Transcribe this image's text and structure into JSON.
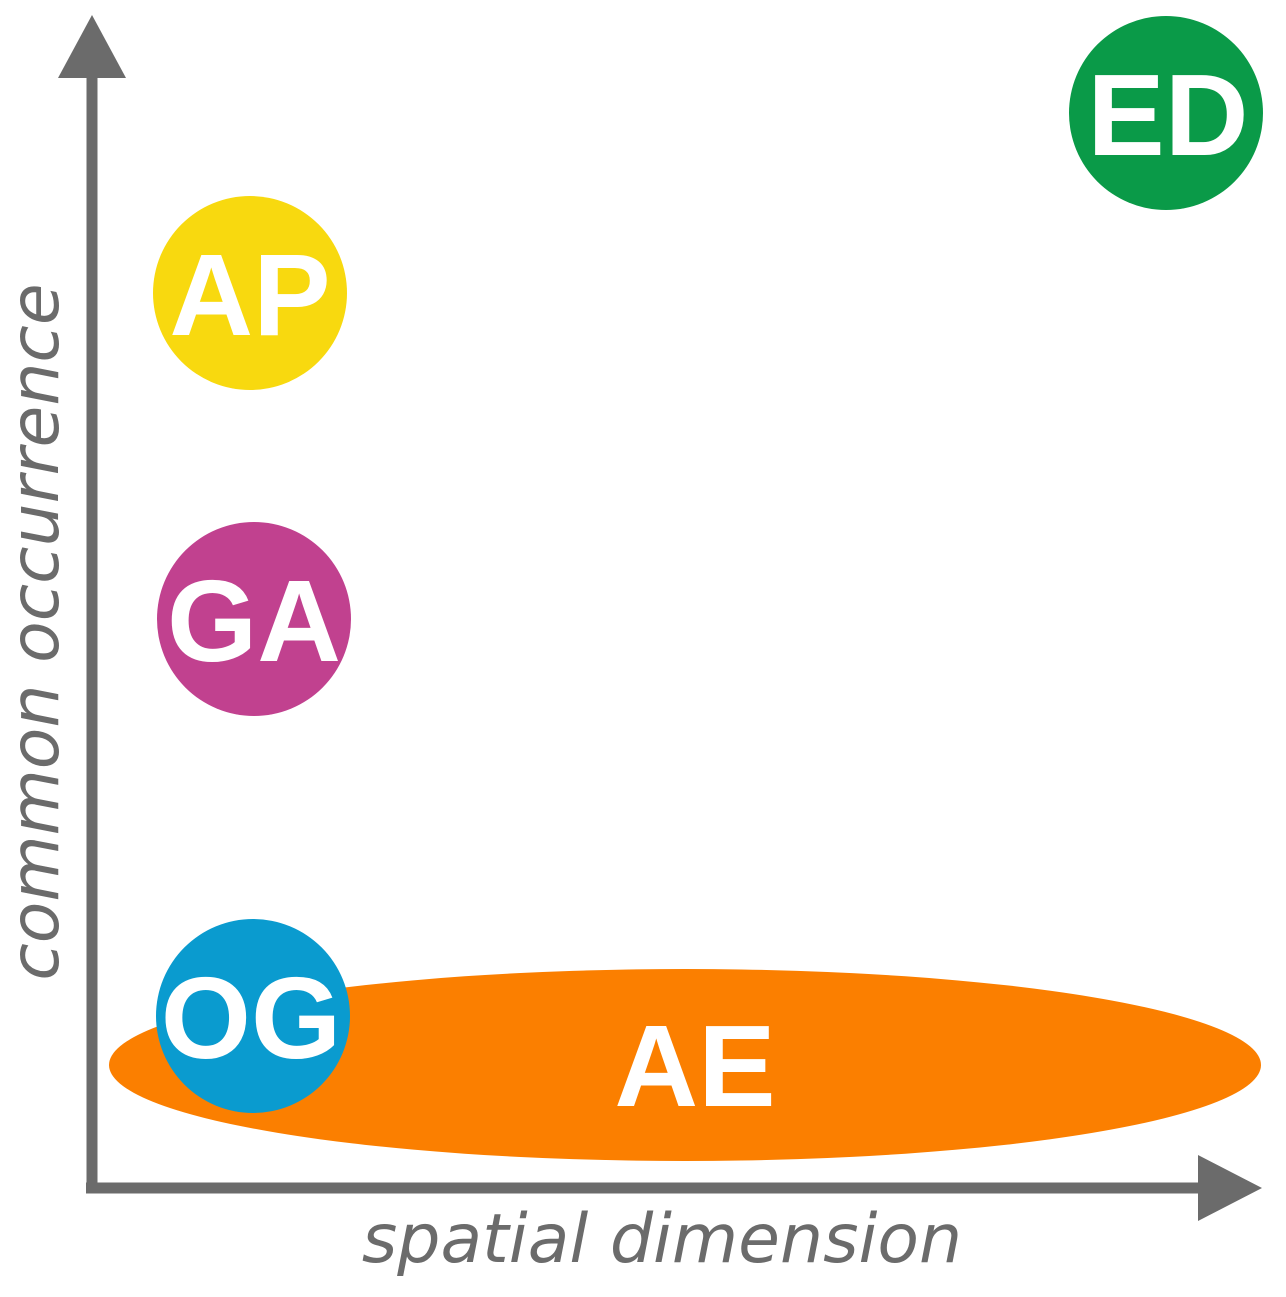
{
  "axes": {
    "x_label": "spatial dimension",
    "y_label": "common occurrence",
    "color": "#6b6b6b"
  },
  "nodes": [
    {
      "id": "ED",
      "label": "ED",
      "color": "#0a9a48"
    },
    {
      "id": "AP",
      "label": "AP",
      "color": "#f8d90f"
    },
    {
      "id": "GA",
      "label": "GA",
      "color": "#c1418f"
    },
    {
      "id": "AE",
      "label": "AE",
      "color": "#fb7f00"
    },
    {
      "id": "OG",
      "label": "OG",
      "color": "#0a9bcf"
    }
  ]
}
